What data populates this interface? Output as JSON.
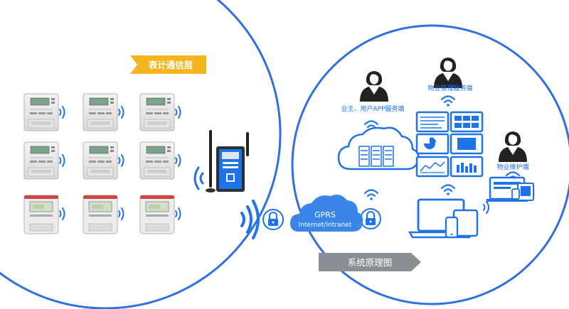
{
  "labels": {
    "meter_layer": "表计通信层",
    "owner_app": "业主、用户APP服务端",
    "property_mgmt": "物业管理服务端",
    "maintenance": "物业维护端",
    "system_diagram": "系统原理图"
  },
  "cloud": {
    "line1": "GPRS",
    "line2": "Internet/Intranet"
  },
  "colors": {
    "circle": "#2f6fe0",
    "accent_blue": "#1f73e8",
    "label_yellow": "#f5b51e",
    "label_gray": "#8a8f96",
    "cloud": "#3a86e8"
  }
}
